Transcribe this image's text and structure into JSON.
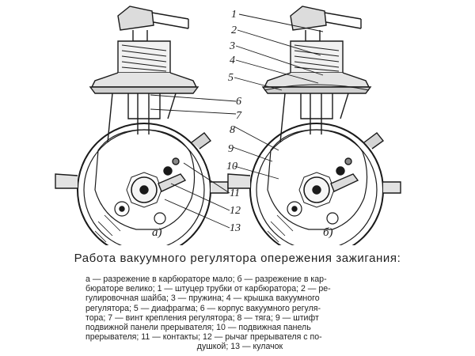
{
  "figure": {
    "title": "Работа вакуумного регулятора опережения зажигания:",
    "view_labels": {
      "left": "а)",
      "right": "б)"
    },
    "callouts": [
      "1",
      "2",
      "3",
      "4",
      "5",
      "6",
      "7",
      "8",
      "9",
      "10",
      "11",
      "12",
      "13"
    ],
    "legend_lines": [
      "а — разрежение в карбюраторе мало; б — разрежение в кар-",
      "бюраторе велико; 1 — штуцер трубки от карбюратора; 2 — ре-",
      "гулировочная шайба; 3 — пружина; 4 — крышка вакуумного",
      "регулятора; 5 — диафрагма; 6 — корпус вакуумного регуля-",
      "тора; 7 — винт крепления регулятора; 8 — тяга; 9 — штифт",
      "подвижной панели прерывателя; 10 — подвижная панель",
      "прерывателя; 11 — контакты; 12 — рычаг прерывателя с по-",
      "душкой; 13 — кулачок"
    ]
  }
}
